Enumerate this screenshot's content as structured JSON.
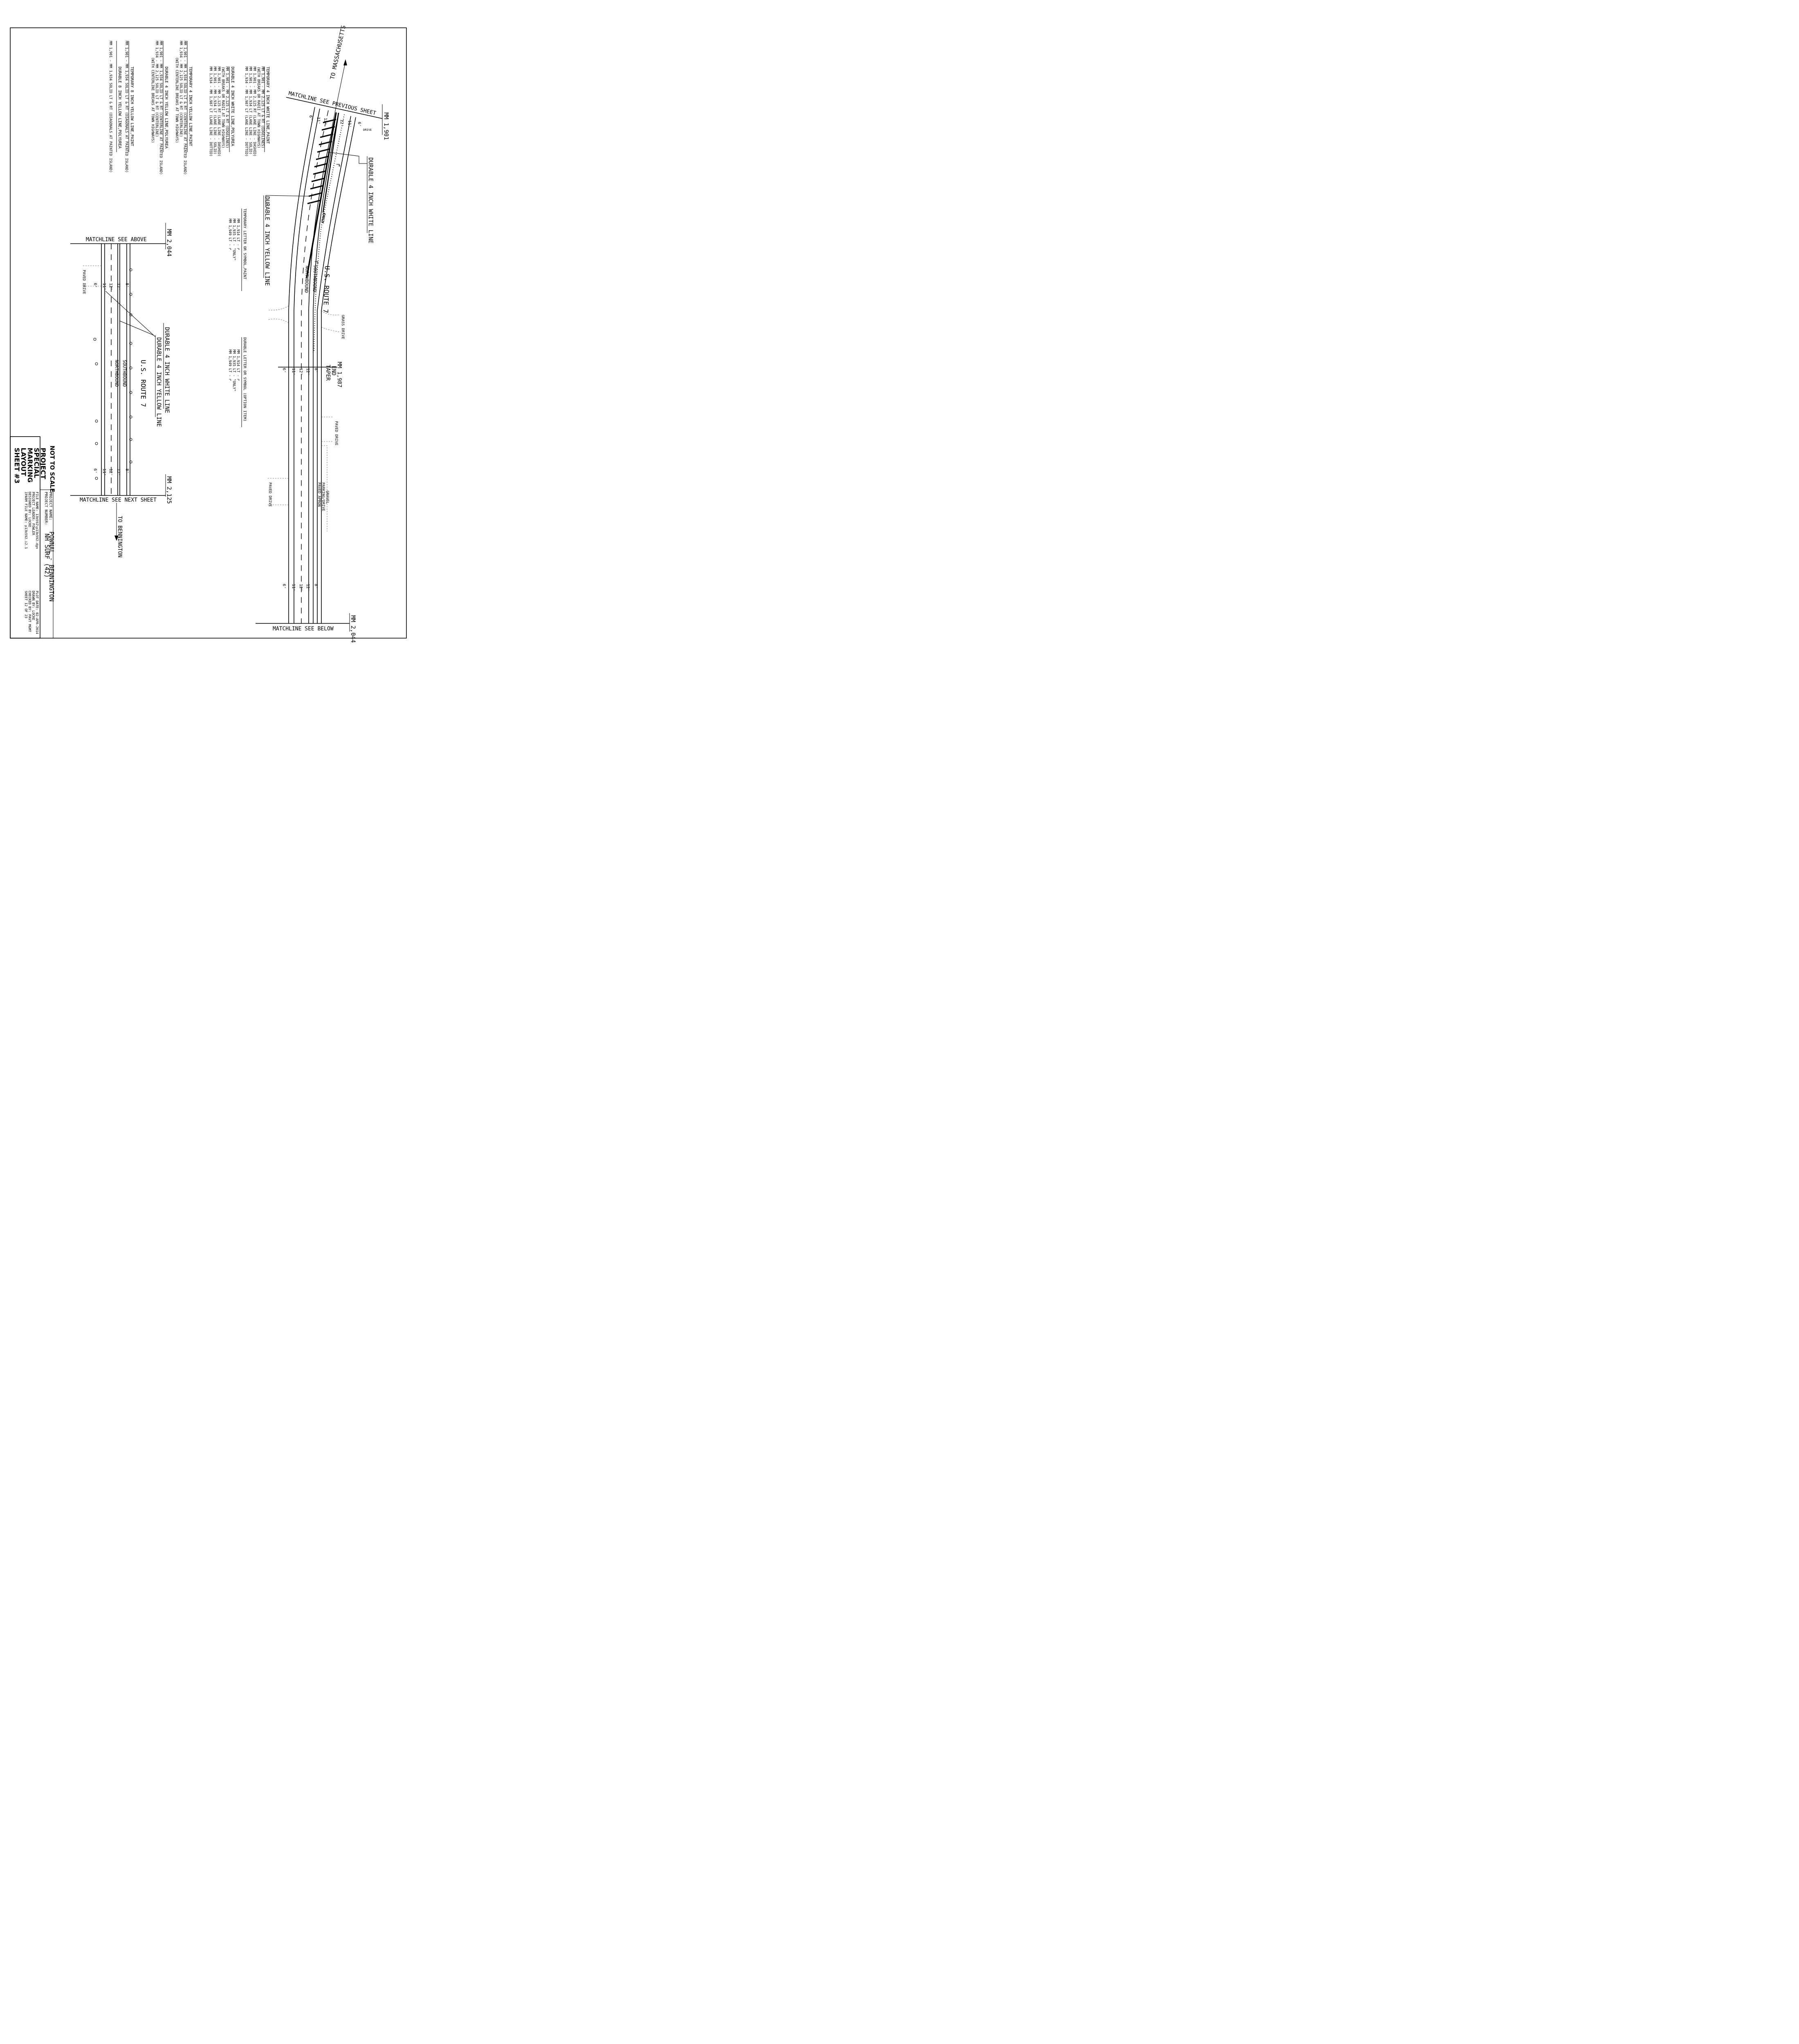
{
  "title_block": {
    "not_to_scale": "NOT TO SCALE",
    "title_lines": [
      "PROJECT",
      "SPECIAL",
      "MARKING",
      "LAYOUT",
      "SHEET #3"
    ],
    "project_name_label": "PROJECT NAME:",
    "project_name": "POWNAL - BENNINGTON",
    "project_number_label": "PROJECT NUMBER:",
    "project_number": "NH SURF (42)",
    "file_name": "FILE NAME: 13b592\\p13b592.dgn",
    "project_leader": "PROJECT LEADER: FOWLER",
    "designed_by": "DESIGNED BY: LOCKE",
    "iparm_file": "IPARM FILE NAME: p13b592.i2.1",
    "plot_date": "PLOT DATE: 02-APR-2014",
    "drawn_by": "DRAWN BY: LOCKE",
    "checked_by": "CHECKED BY: PAVT MGMT",
    "sheet": "SHEET 12 OF 23"
  },
  "legend": {
    "temp_white_header": "TEMPORARY 4 INCH WHITE LINE,PAINT",
    "temp_white_items": [
      "MM 1,901 - MM 2,125 LT & RT (EDGELINES)",
      "(WITH BREAKS OR RADII AT TOWN HIGHWAYS)",
      "MM 1,901 - MM 2,125 RT (LANE LINE - DASHED)",
      "MM 1,901 - MM 1,934 LT (LANE LINE - SOLID)",
      "MM 1,934 - MM 1,987 LT (LANE LINE - DOTTED)"
    ],
    "durable_white_header": "DURABLE 4 INCH WHITE LINE,POLYUREA",
    "durable_white_items": [
      "MM 1,901 - MM 2,125 LT & RT (EDGELINES)",
      "(WITH BREAKS OR RADII AT TOWN HIGHWAYS)",
      "MM 1,901 - MM 2,125 RT (LANE LINE - DASHED)",
      "MM 1,901 - MM 1,934 LT (LANE LINE - SOLID)",
      "MM 1,934 - MM 1,987 LT (LANE LINE - DOTTED)"
    ],
    "temp_yellow_header": "TEMPORARY 4 INCH YELLOW LINE,PAINT",
    "temp_yellow_items": [
      "MM 1,901 - MM 1,934 SOLID LT & RT (CENTERLINE AT PAINTED ISLAND)",
      "MM 1,934 - MM 2,125 SOLID LT & RT (CENTERLINE)",
      "(WITH CENTERLINE BREAKS AT TOWN HIGHWAYS)"
    ],
    "durable_yellow_header": "DURABLE 4 INCH YELLOW LINE,POLYUREA",
    "durable_yellow_items": [
      "MM 1,901 - MM 1,934 SOLID LT & RT (CENTERLINE AT PAINTED ISLAND)",
      "MM 1,934 - MM 2,125 SOLID LT & RT (CENTERLINE)",
      "(WITH CENTERLINE BREAKS AT TOWN HIGHWAYS)"
    ],
    "temp_yellow8_header": "TEMPORARY 8 INCH YELLOW LINE,PAINT",
    "temp_yellow8_items": [
      "MM 1,901 - MM 1,934 SOLID LT & RT (DIAGONALS AT PAINTED ISLAND)"
    ],
    "durable_yellow8_header": "DURABLE 8 INCH YELLOW LINE,POLYUREA",
    "durable_yellow8_items": [
      "MM 1,901 - MM 1,934 SOLID LT & RT (DIAGONALS AT PAINTED ISLAND)"
    ],
    "temp_symbol_header": "TEMPORARY LETTER OR SYMBOL,PAINT",
    "temp_symbol_items": [
      "MM 1,914 LT  -  ↱",
      "MM 1,935 LT  -  \"ONLY\"",
      "MM 1,949 LT  -  ↱"
    ],
    "durable_symbol_header": "DURABLE LETTER OR SYMBOL (OPTION ITEM)",
    "durable_symbol_items": [
      "MM 1,914 LT  -  ↱",
      "MM 1,935 LT  -  \"ONLY\"",
      "MM 1,949 LT  -  ↱"
    ]
  },
  "upper_plan": {
    "to_massachusetts": "TO MASSACHUSETTS",
    "matchline_prev": "MATCHLINE  SEE PREVIOUS SHEET",
    "mm_start": "MM 1,901",
    "drive": "DRIVE",
    "durable_white": "DURABLE 4 INCH WHITE LINE",
    "durable_yellow": "DURABLE 4 INCH YELLOW LINE",
    "only": "ONLY",
    "route": "U.S. ROUTE 7",
    "northbound": "NORTHBOUND",
    "southbound": "SOUTHBOUND",
    "grass_drive": "GRASS DRIVE",
    "mm_end_taper": [
      "MM 1,987",
      "END",
      "TAPER"
    ],
    "paved_drive_1": "PAVED DRIVE",
    "paved_drive_2": "PAVED DRIVE",
    "gravel": [
      "GRAVEL",
      "PARKING/DRIVE",
      "PAVED APRON"
    ],
    "matchline_below": "MATCHLINE  SEE BELOW",
    "mm_2044": "MM 2,044",
    "dims_top": [
      "6'",
      "11'",
      "12'",
      "12'",
      "11'",
      "6'"
    ],
    "dims_mid": [
      "6'",
      "11'",
      "12'",
      "12'",
      "8'"
    ],
    "dims_end": [
      "6'",
      "11'",
      "12'",
      "12'",
      "8'"
    ]
  },
  "lower_plan": {
    "matchline_above": "MATCHLINE  SEE ABOVE",
    "mm_2044": "MM 2,044",
    "paved_drive": "PAVED DRIVE",
    "durable_white": "DURABLE 4 INCH WHITE LINE",
    "durable_yellow": "DURABLE 4 INCH YELLOW LINE",
    "route": "U.S. ROUTE 7",
    "southbound": "SOUTHBOUND",
    "northbound": "NORTHBOUND",
    "matchline_next": "MATCHLINE  SEE NEXT SHEET",
    "mm_2125": "MM 2,125",
    "to_bennington": "TO BENNINGTON",
    "dims": [
      "6'",
      "11'",
      "12'",
      "12'",
      "8'"
    ]
  }
}
